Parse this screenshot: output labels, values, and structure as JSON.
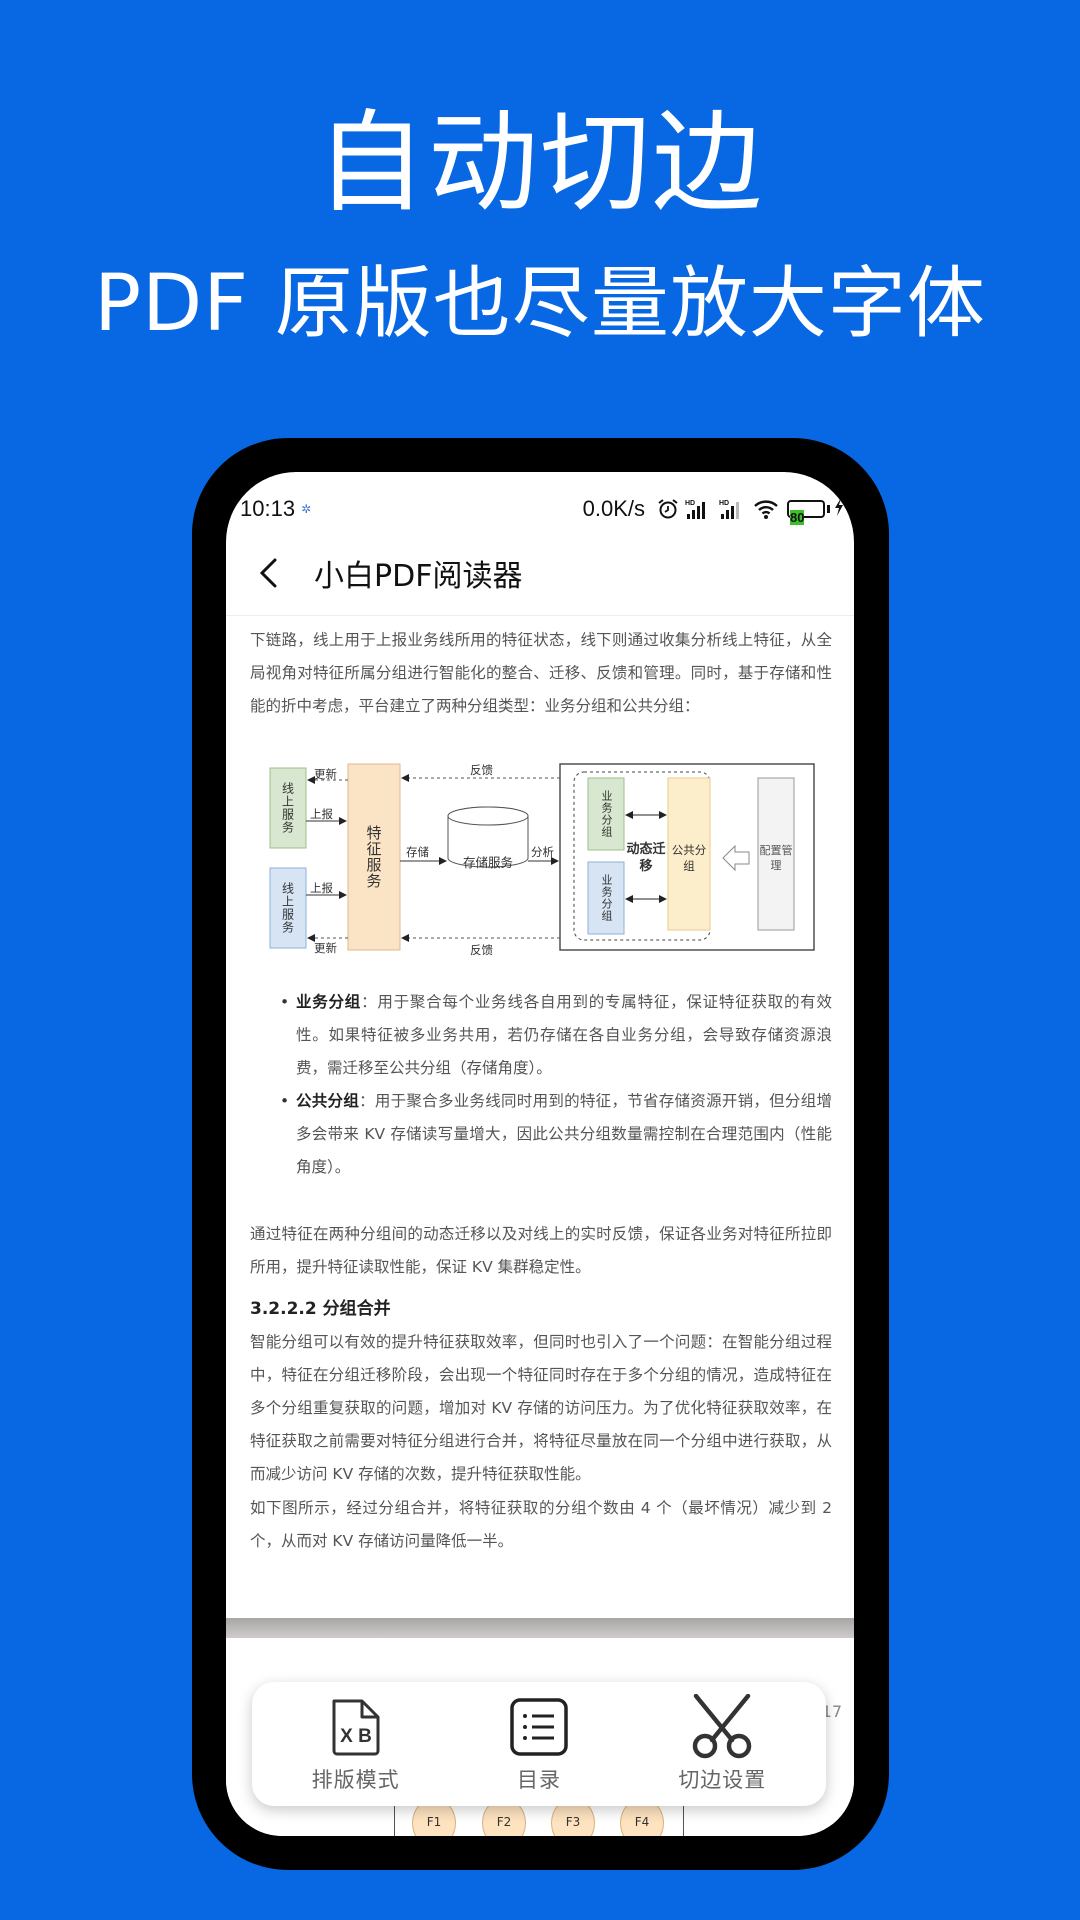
{
  "hero": {
    "title": "自动切边",
    "subtitle": "PDF 原版也尽量放大字体",
    "background_color": "#0868e4"
  },
  "statusbar": {
    "time": "10:13",
    "network_speed": "0.0K/s",
    "signal_1_label": "HD",
    "signal_2_label": "HD",
    "battery_level": "80",
    "icons": [
      "settings-gear-icon",
      "alarm-icon",
      "signal-icon",
      "signal-icon",
      "wifi-icon",
      "battery-icon",
      "charging-icon"
    ]
  },
  "appbar": {
    "back_icon": "chevron-left-icon",
    "title": "小白PDF阅读器"
  },
  "document": {
    "paragraph_1": "下链路，线上用于上报业务线所用的特征状态，线下则通过收集分析线上特征，从全局视角对特征所属分组进行智能化的整合、迁移、反馈和管理。同时，基于存储和性能的折中考虑，平台建立了两种分组类型：业务分组和公共分组：",
    "diagram": {
      "online_service_1": "线上服务",
      "online_service_2": "线上服务",
      "feature_service": "特征服务",
      "storage_service": "存储服务",
      "business_group_1": "业务分组",
      "business_group_2": "业务分组",
      "dynamic_migration": "动态迁移",
      "public_group": "公共分组",
      "config_management": "配置管理",
      "edge_update_1": "更新",
      "edge_report_1": "上报",
      "edge_report_2": "上报",
      "edge_update_2": "更新",
      "edge_feedback_1": "反馈",
      "edge_feedback_2": "反馈",
      "edge_store": "存储",
      "edge_analyze": "分析"
    },
    "bullets": [
      {
        "term": "业务分组",
        "text": "：用于聚合每个业务线各自用到的专属特征，保证特征获取的有效性。如果特征被多业务共用，若仍存储在各自业务分组，会导致存储资源浪费，需迁移至公共分组（存储角度）。"
      },
      {
        "term": "公共分组",
        "text": "：用于聚合多业务线同时用到的特征，节省存储资源开销，但分组增多会带来 KV 存储读写量增大，因此公共分组数量需控制在合理范围内（性能角度）。"
      }
    ],
    "paragraph_2": "通过特征在两种分组间的动态迁移以及对线上的实时反馈，保证各业务对特征所拉即所用，提升特征读取性能，保证 KV 集群稳定性。",
    "heading": "3.2.2.2  分组合并",
    "paragraph_3": "智能分组可以有效的提升特征获取效率，但同时也引入了一个问题：在智能分组过程中，特征在分组迁移阶段，会出现一个特征同时存在于多个分组的情况，造成特征在多个分组重复获取的问题，增加对 KV 存储的访问压力。为了优化特征获取效率，在特征获取之前需要对特征分组进行合并，将特征尽量放在同一个分组中进行获取，从而减少访问 KV 存储的次数，提升特征获取性能。",
    "paragraph_4": "如下图所示，经过分组合并，将特征获取的分组个数由 4 个（最坏情况）减少到 2 个，从而对 KV 存储访问量降低一半。",
    "next_page_number": "17",
    "next_page_nodes": [
      "F1",
      "F2",
      "F3",
      "F4"
    ]
  },
  "toolbar": {
    "items": [
      {
        "label": "排版模式",
        "icon": "file-xb-icon",
        "icon_text": "X B"
      },
      {
        "label": "目录",
        "icon": "list-icon"
      },
      {
        "label": "切边设置",
        "icon": "scissors-icon"
      }
    ]
  }
}
